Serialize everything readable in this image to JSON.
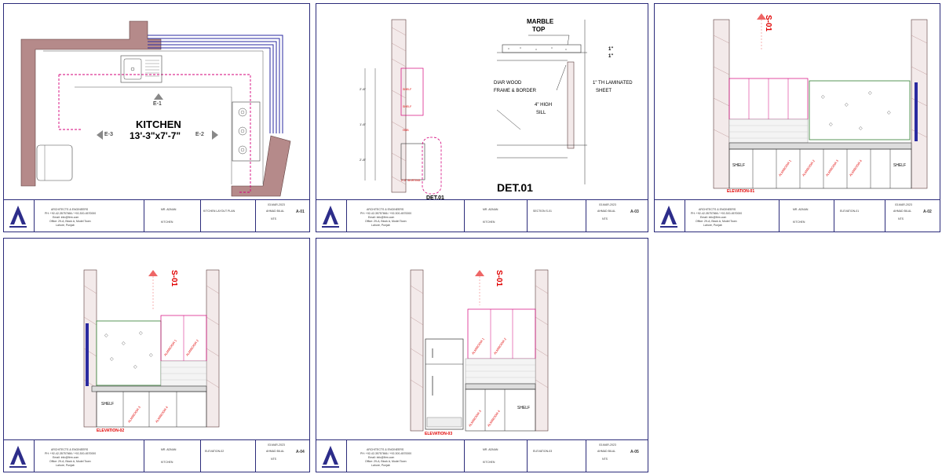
{
  "sheets": [
    {
      "id": "plan",
      "room_title": "KITCHEN",
      "room_size": "13'-3\"x7'-7\"",
      "markers": {
        "e1": "E-1",
        "e2": "E-2",
        "e3": "E-3"
      },
      "sheet_no": "A-01",
      "drawing_title": "KITCHEN LAYOUT PLAN"
    },
    {
      "id": "details",
      "marble_label": "MARBLE",
      "top_label": "TOP",
      "dim_1a": "1\"",
      "dim_1b": "1\"",
      "laminated_label": "1\" TH LAMINATED",
      "sheet_label": "SHEET",
      "diar_label": "DIAR WOOD",
      "frame_label": "FRAME & BORDER",
      "high_label": "4\" HIGH",
      "sill_label": "SILL",
      "det_small": "DET.01",
      "det_large": "DET.01",
      "sheet_no": "A-03",
      "drawing_title": "SECTION S-01"
    },
    {
      "id": "elev1",
      "section_marker": "S-01",
      "elevation_label": "ELEVATION-01",
      "shelf_left": "SHELF",
      "shelf_right": "SHELF",
      "sheet_no": "A-02",
      "drawing_title": "ELEVATION-01"
    },
    {
      "id": "elev2",
      "section_marker": "S-01",
      "elevation_label": "ELEVATION-02",
      "shelf_left": "SHELF",
      "sheet_no": "A-04",
      "drawing_title": "ELEVATION-02"
    },
    {
      "id": "elev3",
      "section_marker": "S-01",
      "elevation_label": "ELEVATION-03",
      "shelf_left": "SHELF",
      "sheet_no": "A-05",
      "drawing_title": "ELEVATION-03"
    }
  ],
  "titleblock": {
    "firm_line1": "ARCHITECTS & ENGINEERS",
    "firm_line2": "PH: +92-42-35757666 / +92-300-4570000",
    "firm_line3": "Email: info@firm.com",
    "firm_line4": "Office: 29-A, Block A, Model Town",
    "firm_line5": "Lahore, Punjab",
    "client": "MR. ADNAN",
    "project": "KITCHEN",
    "scale": "NTS",
    "date": "03-MAR-2023",
    "drawn_by": "AHMAD BILAL"
  },
  "colors": {
    "wall": "#b58a8a",
    "dimension": "#1a1a1a",
    "cabinet": "#d4007a",
    "annotation": "#e00000",
    "window": "#2a2aa0",
    "tile": "#9a9a9a",
    "glass": "#2f7d2f",
    "sheet_border": "#2b2b7a"
  }
}
